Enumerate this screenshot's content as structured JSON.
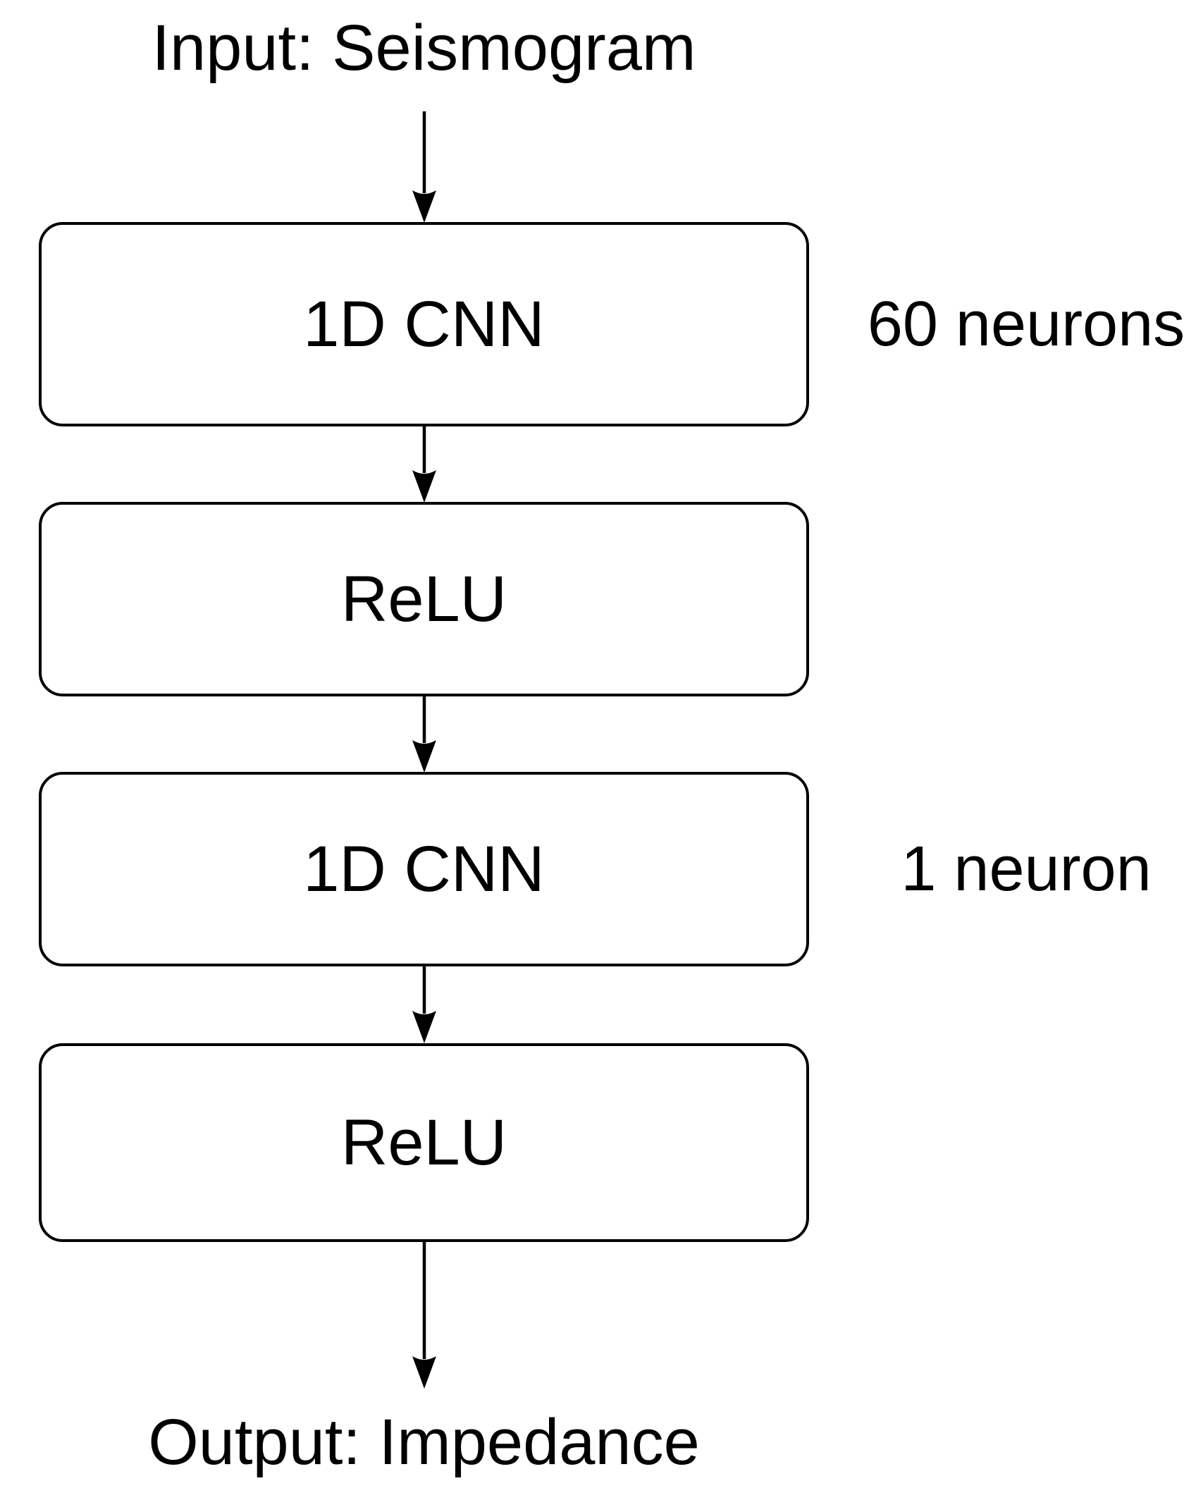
{
  "diagram": {
    "title_top": "Input: Seismogram",
    "title_bottom": "Output: Impedance",
    "nodes": [
      {
        "label": "1D CNN",
        "annotation": "60 neurons"
      },
      {
        "label": "ReLU",
        "annotation": ""
      },
      {
        "label": "1D CNN",
        "annotation": "1 neuron"
      },
      {
        "label": "ReLU",
        "annotation": ""
      }
    ],
    "annotations": {
      "first_cnn": "60 neurons",
      "second_cnn": "1 neuron"
    },
    "colors": {
      "stroke": "#000000",
      "text": "#000000",
      "background": "#ffffff"
    }
  }
}
